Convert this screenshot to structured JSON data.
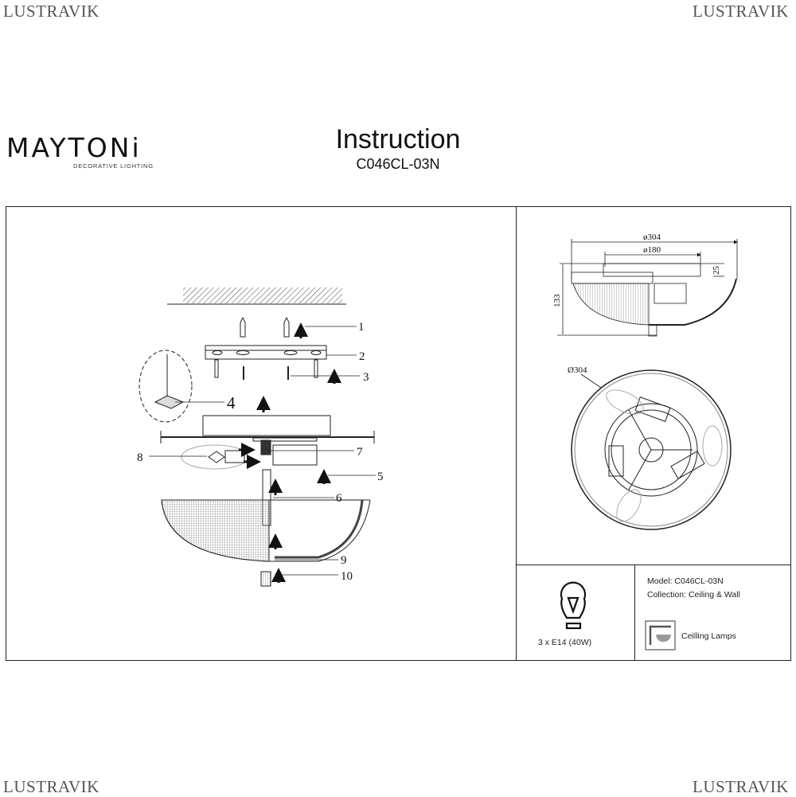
{
  "watermark": "LUSTRAVIK",
  "brand": {
    "name": "MAYTONi",
    "tagline": "DECORATIVE LIGHTING"
  },
  "header": {
    "title": "Instruction",
    "model": "C046CL-03N"
  },
  "assembly": {
    "part_labels": [
      "1",
      "2",
      "3",
      "4",
      "5",
      "6",
      "7",
      "8",
      "9",
      "10"
    ]
  },
  "dimensions": {
    "outer_diameter": "ø304",
    "canopy_diameter": "ø180",
    "canopy_height": "25",
    "total_height": "133",
    "top_view_diameter": "Ø304"
  },
  "specs": {
    "bulb": "3 x E14 (40W)",
    "model": "Model: C046CL-03N",
    "collection": "Collection: Ceiling & Wall",
    "category": "Ceilling Lamps"
  }
}
